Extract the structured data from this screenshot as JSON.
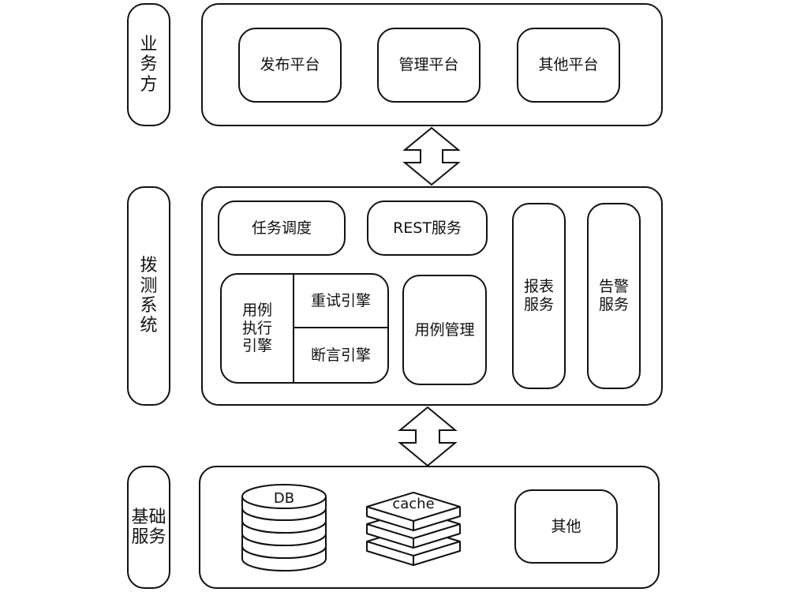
{
  "layers": {
    "business": {
      "label": "业务方",
      "items": [
        "发布平台",
        "管理平台",
        "其他平台"
      ]
    },
    "probe": {
      "label": "拨测系统",
      "scheduler": "任务调度",
      "rest": "REST服务",
      "exec_engine": "用例执行引擎",
      "retry_engine": "重试引擎",
      "assert_engine": "断言引擎",
      "case_mgmt": "用例管理",
      "report": "报表服务",
      "alert": "告警服务"
    },
    "infra": {
      "label": "基础服务",
      "db": "DB",
      "cache": "cache",
      "other": "其他"
    }
  }
}
